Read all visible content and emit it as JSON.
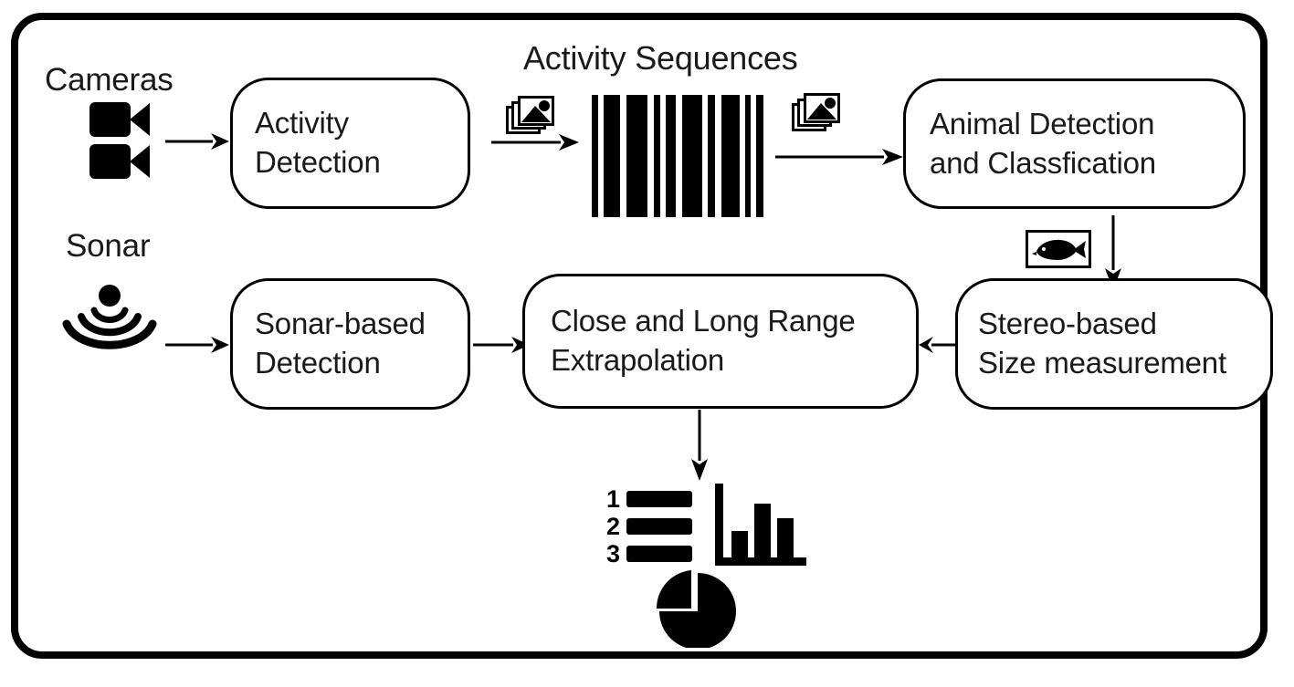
{
  "diagram": {
    "title_label": "Activity Sequences",
    "source_labels": {
      "cameras": "Cameras",
      "sonar": "Sonar"
    },
    "nodes": [
      {
        "id": "activity-detection",
        "lines": [
          "Activity",
          "Detection"
        ]
      },
      {
        "id": "animal-detection-classification",
        "lines": [
          "Animal Detection",
          "and Classfication"
        ]
      },
      {
        "id": "sonar-based-detection",
        "lines": [
          "Sonar-based",
          "Detection"
        ]
      },
      {
        "id": "close-and-long-range-extrapolation",
        "lines": [
          "Close and Long Range",
          "Extrapolation"
        ]
      },
      {
        "id": "stereo-based-size-measurement",
        "lines": [
          "Stereo-based",
          "Size measurement"
        ]
      }
    ],
    "icons": [
      {
        "id": "camera-icon",
        "name": "video-camera-icon",
        "count": 2
      },
      {
        "id": "sonar-icon",
        "name": "sonar-waves-icon"
      },
      {
        "id": "image-stack-icon-left",
        "name": "image-stack-icon"
      },
      {
        "id": "image-stack-icon-right",
        "name": "image-stack-icon"
      },
      {
        "id": "barcode-icon",
        "name": "barcode-icon"
      },
      {
        "id": "fish-icon",
        "name": "fish-in-frame-icon"
      },
      {
        "id": "analytics-icon",
        "name": "analytics-results-icon"
      }
    ],
    "barcode": {
      "bars": [
        8,
        22,
        26,
        9,
        13,
        26,
        9,
        24,
        7,
        9
      ],
      "gaps": [
        6,
        7,
        7,
        6,
        7,
        6,
        7,
        6,
        6
      ]
    },
    "analytics": {
      "list_numbers": [
        "1",
        "2",
        "3"
      ],
      "bar_values": [
        38,
        78,
        56
      ],
      "pie_gap_quadrant": "upper-left"
    },
    "colors": {
      "ink": "#000000",
      "text": "#1a1a1a",
      "background": "#ffffff"
    }
  }
}
